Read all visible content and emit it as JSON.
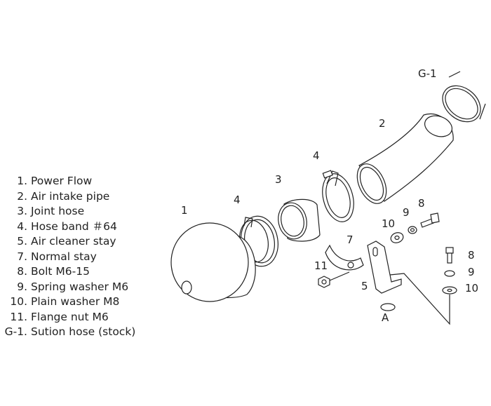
{
  "legend": [
    {
      "num": "1.",
      "text": "Power Flow"
    },
    {
      "num": "2.",
      "text": "Air intake pipe"
    },
    {
      "num": "3.",
      "text": "Joint hose"
    },
    {
      "num": "4.",
      "text": "Hose band ＃64"
    },
    {
      "num": "5.",
      "text": "Air cleaner stay"
    },
    {
      "num": "7.",
      "text": "Normal stay"
    },
    {
      "num": "8.",
      "text": "Bolt  M6-15"
    },
    {
      "num": "9.",
      "text": "Spring washer  M6"
    },
    {
      "num": "10.",
      "text": "Plain washer  M8"
    },
    {
      "num": "11.",
      "text": "Flange nut  M6"
    },
    {
      "num": "G-1.",
      "text": "Sution hose (stock)"
    }
  ],
  "callouts": {
    "g1": "G-1",
    "c2": "2",
    "c4_top": "4",
    "c3": "3",
    "c4_left": "4",
    "c1": "1",
    "c9_top": "9",
    "c8_top": "8",
    "c10_top": "10",
    "c7": "7",
    "c11": "11",
    "c5": "5",
    "c_a": "A",
    "c8_right": "8",
    "c9_right": "9",
    "c10_right": "10"
  }
}
